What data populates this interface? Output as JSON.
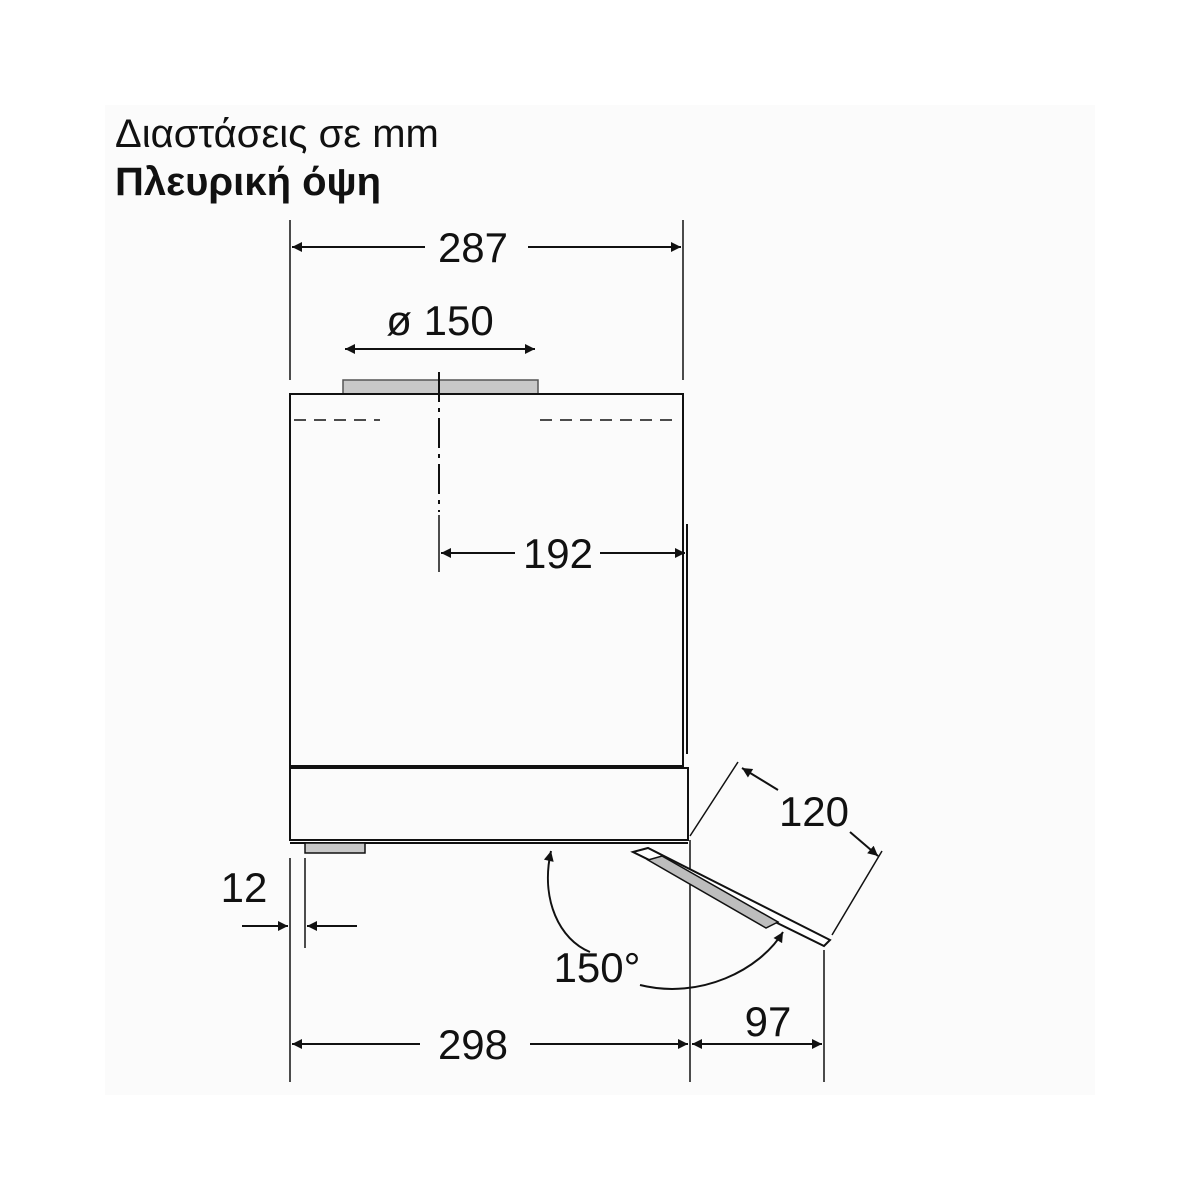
{
  "header": {
    "title": "Διαστάσεις σε mm",
    "subtitle": "Πλευρική όψη"
  },
  "dimensions": {
    "top_width": "287",
    "duct_diameter": "ø 150",
    "center_offset": "192",
    "front_depth": "120",
    "bottom_offset": "12",
    "tilt_angle": "150°",
    "bottom_width": "298",
    "front_projection": "97"
  },
  "colors": {
    "line": "#111111",
    "duct_fill": "#c8c8c8",
    "background": "#fbfbfb"
  }
}
